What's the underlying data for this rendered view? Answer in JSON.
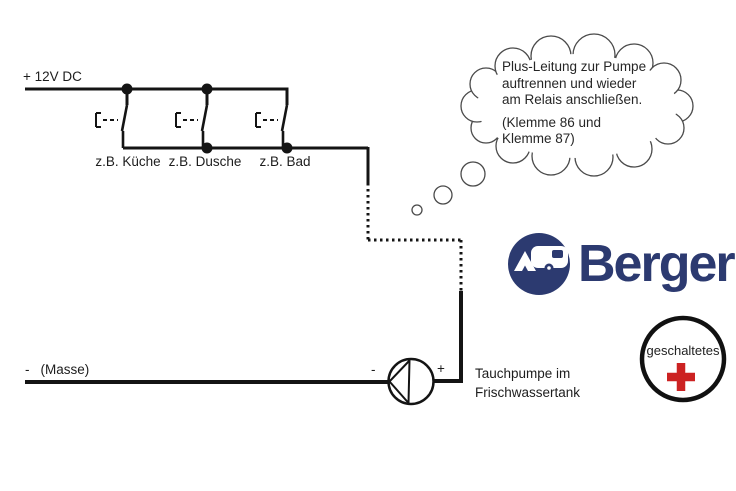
{
  "circuit": {
    "supply_label": "+ 12V DC",
    "ground_minus": "-",
    "ground_label": "(Masse)",
    "switches": [
      {
        "label": "z.B. Küche"
      },
      {
        "label": "z.B. Dusche"
      },
      {
        "label": "z.B. Bad"
      }
    ],
    "pump": {
      "minus_label": "-",
      "plus_label": "+",
      "caption": [
        "Tauchpumpe im",
        "Frischwassertank"
      ]
    }
  },
  "thought_bubble": {
    "lines": [
      "Plus-Leitung zur Pumpe",
      "auftrennen und wieder",
      "am Relais anschließen."
    ],
    "note_lines": [
      "(Klemme 86 und",
      "Klemme 87)"
    ]
  },
  "logo": {
    "brand": "Berger",
    "icon": "caravan-icon",
    "color": "#2c3a70"
  },
  "badge": {
    "label": "geschaltetes",
    "icon": "plus-icon",
    "plus_color": "#cc2222"
  },
  "colors": {
    "line": "#141414",
    "cloud_stroke": "#4a4a4a",
    "background": "#ffffff"
  }
}
